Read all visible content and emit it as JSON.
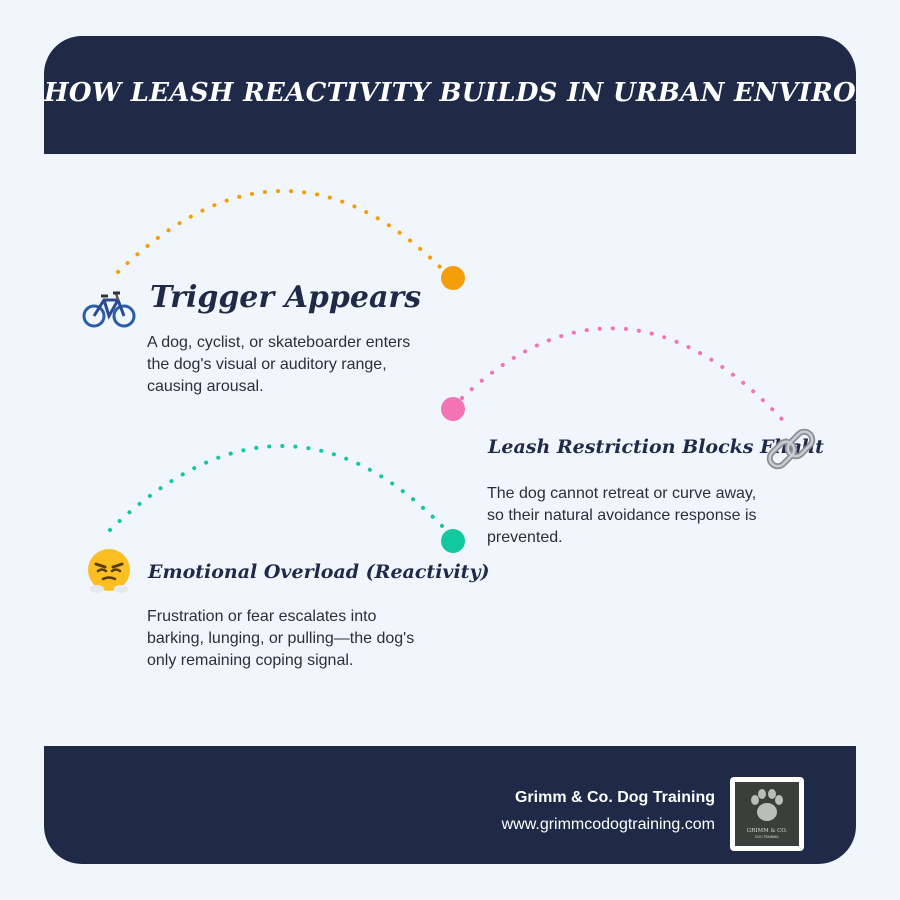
{
  "header": {
    "title": "HOW LEASH REACTIVITY BUILDS IN URBAN ENVIRONMENTS"
  },
  "steps": [
    {
      "title": "Trigger Appears",
      "description": "A dog, cyclist, or skateboarder enters the dog's visual or auditory range, causing arousal.",
      "icon": "bicycle-icon",
      "color": "#f59e0b"
    },
    {
      "title": "Leash Restriction Blocks Flight",
      "description": "The dog cannot retreat or curve away, so their natural avoidance response is prevented.",
      "icon": "chain-link-icon",
      "color": "#f472b6"
    },
    {
      "title": "Emotional Overload (Reactivity)",
      "description": "Frustration or fear escalates into barking, lunging, or pulling—the dog's only remaining coping signal.",
      "icon": "angry-face-icon",
      "color": "#10c9a0"
    }
  ],
  "footer": {
    "brand_name": "Grimm & Co. Dog Training",
    "url": "www.grimmcodogtraining.com",
    "logo_text": "GRIMM & CO.",
    "logo_subtext": "DOG TRAINING"
  }
}
